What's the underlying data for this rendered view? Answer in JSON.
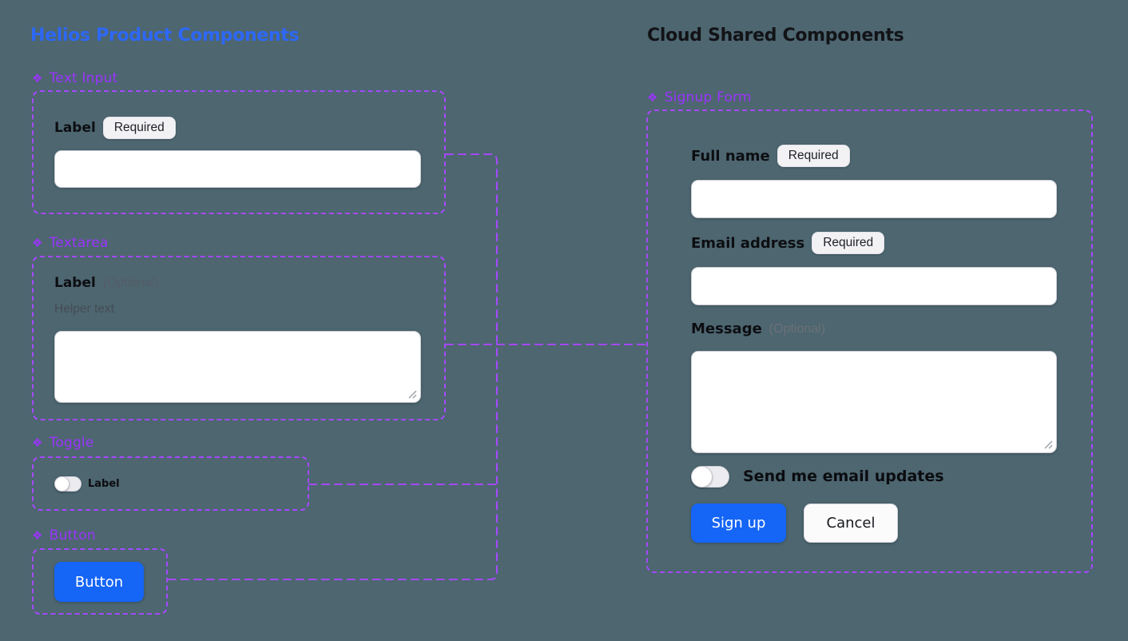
{
  "icon_glyph": "❖",
  "colors": {
    "background": "#4D6670",
    "component_purple": "#9C34FE",
    "connector_purple": "#A648FF",
    "title_blue": "#2D68F6",
    "button_blue": "#1565F6",
    "badge_bg": "#F2F2F4"
  },
  "left": {
    "title": "Helios Product Components",
    "text_input": {
      "component_label": "Text Input",
      "label": "Label",
      "badge": "Required",
      "value": ""
    },
    "textarea": {
      "component_label": "Textarea",
      "label": "Label",
      "optional": "(Optional)",
      "helper_text": "Helper text",
      "value": ""
    },
    "toggle": {
      "component_label": "Toggle",
      "label": "Label",
      "state": "off"
    },
    "button": {
      "component_label": "Button",
      "label": "Button"
    }
  },
  "right": {
    "title": "Cloud Shared Components",
    "signup_form": {
      "component_label": "Signup Form",
      "full_name": {
        "label": "Full name",
        "badge": "Required",
        "value": ""
      },
      "email": {
        "label": "Email address",
        "badge": "Required",
        "value": ""
      },
      "message": {
        "label": "Message",
        "optional": "(Optional)",
        "value": ""
      },
      "updates_toggle": {
        "label": "Send me email updates",
        "state": "off"
      },
      "submit_label": "Sign up",
      "cancel_label": "Cancel"
    }
  }
}
